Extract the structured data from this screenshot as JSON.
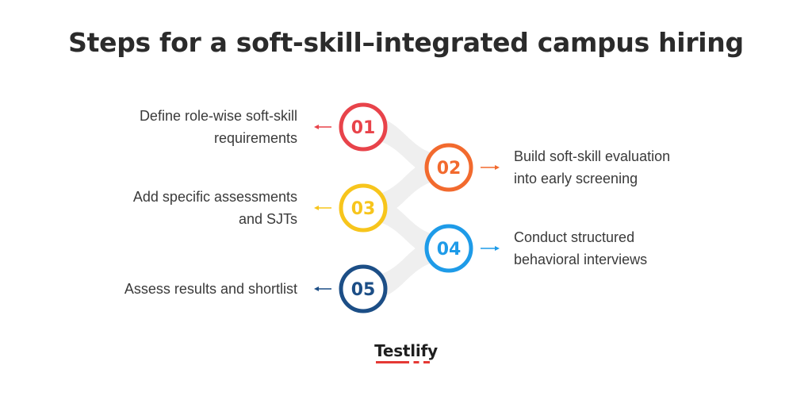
{
  "title": "Steps for a soft-skill–integrated campus hiring",
  "steps": [
    {
      "number": "01",
      "label_lines": [
        "Define role-wise soft-skill",
        "requirements"
      ],
      "side": "left",
      "color": "#e8434a"
    },
    {
      "number": "02",
      "label_lines": [
        "Build soft-skill evaluation",
        "into early screening"
      ],
      "side": "right",
      "color": "#f26a2e"
    },
    {
      "number": "03",
      "label_lines": [
        "Add specific assessments",
        "and SJTs"
      ],
      "side": "left",
      "color": "#f7c51c"
    },
    {
      "number": "04",
      "label_lines": [
        "Conduct structured",
        "behavioral interviews"
      ],
      "side": "right",
      "color": "#1e9be8"
    },
    {
      "number": "05",
      "label_lines": [
        "Assess results and shortlist"
      ],
      "side": "left",
      "color": "#1c4e86"
    }
  ],
  "logo": {
    "text": "Testlify",
    "accent_color": "#e53935"
  },
  "connector_color": "#efefef"
}
